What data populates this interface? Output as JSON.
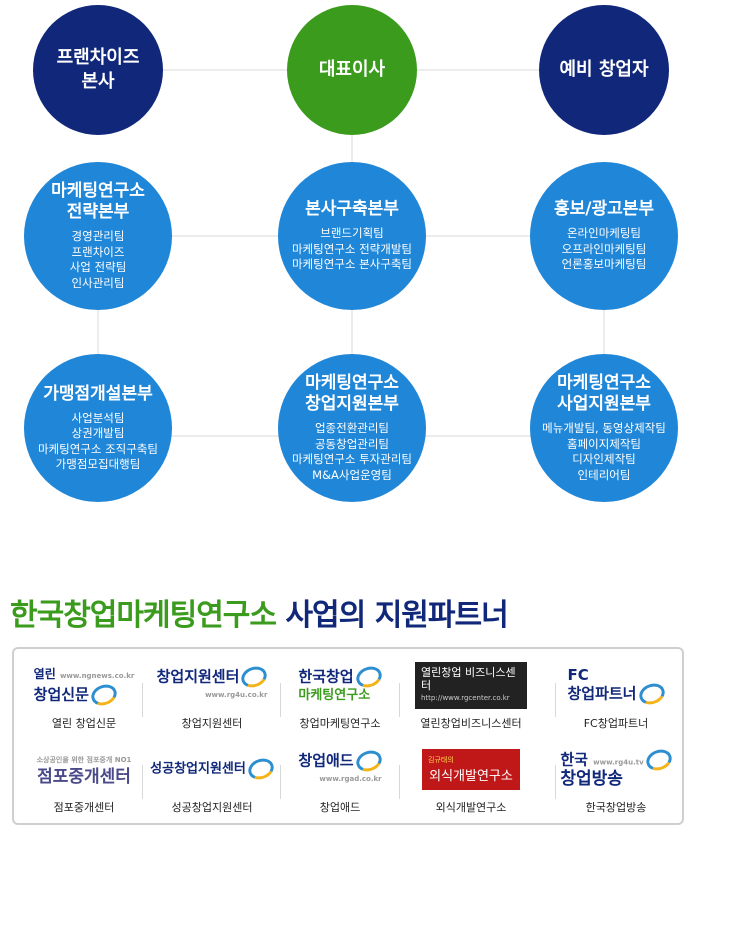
{
  "org": {
    "ceo": "대표이사",
    "hq": [
      "프랜차이즈",
      "본사"
    ],
    "pre": "예비 창업자",
    "strategy": {
      "title": [
        "마케팅연구소",
        "전략본부"
      ],
      "items": [
        "경영관리팀",
        "프랜차이즈",
        "사업 전략팀",
        "인사관리팀"
      ]
    },
    "hqbuild": {
      "title": [
        "본사구축본부"
      ],
      "items": [
        "브랜드기획팀",
        "마케팅연구소 전략개발팀",
        "마케팅연구소 본사구축팀"
      ]
    },
    "pr": {
      "title": [
        "홍보/광고본부"
      ],
      "items": [
        "온라인마케팅팀",
        "오프라인마케팅팀",
        "언론홍보마케팅팀"
      ]
    },
    "store": {
      "title": [
        "가맹점개설본부"
      ],
      "items": [
        "사업분석팀",
        "상권개발팀",
        "마케팅연구소 조직구축팀",
        "가맹점모집대행팀"
      ]
    },
    "startup": {
      "title": [
        "마케팅연구소",
        "창업지원본부"
      ],
      "items": [
        "업종전환관리팀",
        "공동창업관리팀",
        "마케팅연구소 투자관리팀",
        "M&A사업운영팀"
      ]
    },
    "biz": {
      "title": [
        "마케팅연구소",
        "사업지원본부"
      ],
      "items": [
        "메뉴개발팀, 동영상제작팀",
        "홈페이지제작팀",
        "디자인제작팀",
        "인테리어팀"
      ]
    }
  },
  "heading": {
    "green": "한국창업마케팅연구소",
    "navy": " 사업의 지원파트너"
  },
  "partners": [
    {
      "label": "열린 창업신문",
      "logo": [
        "열린",
        "창업신문"
      ],
      "small": "www.ngnews.co.kr"
    },
    {
      "label": "창업지원센터",
      "logo": [
        "창업지원센터"
      ],
      "small": "www.rg4u.co.kr"
    },
    {
      "label": "창업마케팅연구소",
      "logo": [
        "한국창업",
        "마케팅연구소"
      ],
      "small": ""
    },
    {
      "label": "열린창업비즈니스센터",
      "logo": [
        "열린창업 비즈니스센터"
      ],
      "small": "http://www.rgcenter.co.kr"
    },
    {
      "label": "FC창업파트너",
      "logo": [
        "FC",
        "창업파트너"
      ],
      "small": ""
    },
    {
      "label": "점포중개센터",
      "logo": [
        "점포중개센터"
      ],
      "small": "소상공인을 위한 점포중개 NO1"
    },
    {
      "label": "성공창업지원센터",
      "logo": [
        "성공창업지원센터"
      ],
      "small": ""
    },
    {
      "label": "창업애드",
      "logo": [
        "창업애드"
      ],
      "small": "www.rgad.co.kr"
    },
    {
      "label": "외식개발연구소",
      "logo": [
        "외식개발연구소"
      ],
      "small": "김규태의"
    },
    {
      "label": "한국창업방송",
      "logo": [
        "한국",
        "창업방송"
      ],
      "small": "www.rg4u.tv"
    }
  ],
  "colors": {
    "navy": "#10277a",
    "green": "#3a9b1c",
    "blue": "#1f86d8"
  }
}
